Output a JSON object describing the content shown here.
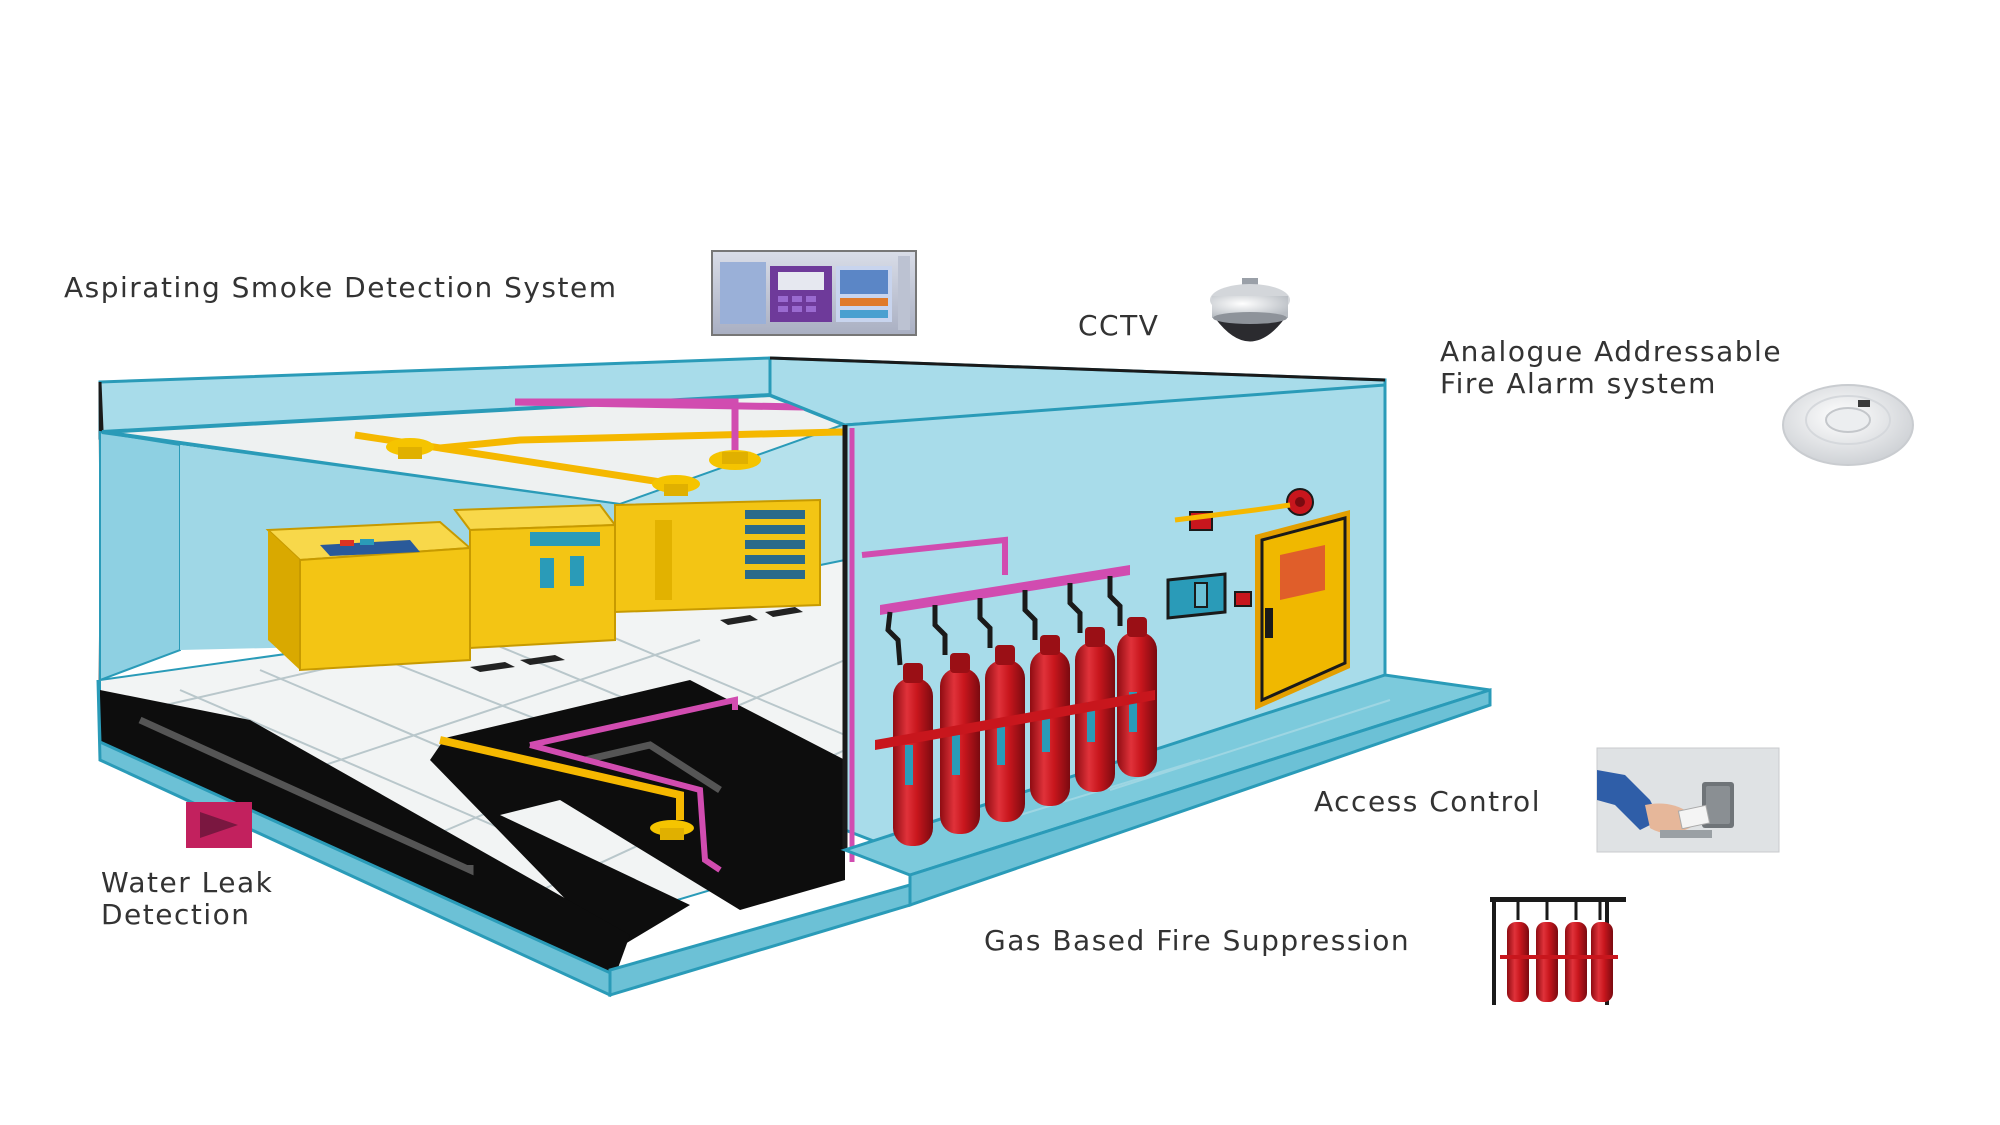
{
  "labels": {
    "aspirating": "Aspirating Smoke Detection System",
    "cctv": "CCTV",
    "fire_alarm_line1": "Analogue Addressable",
    "fire_alarm_line2": "Fire Alarm system",
    "access_control": "Access Control",
    "water_leak_line1": "Water Leak",
    "water_leak_line2": "Detection",
    "gas_suppression": "Gas Based Fire Suppression"
  },
  "colors": {
    "wall": "#a8dcea",
    "wall_dark": "#6cc1d6",
    "edge": "#2a9bb8",
    "yellow_unit": "#f3c514",
    "yellow_pipe": "#f5b800",
    "magenta_pipe": "#d14cb0",
    "cylinder": "#c8161d",
    "tile": "#f2f4f4",
    "underfloor": "#0d0d0d",
    "door": "#f0b800",
    "water_leak_icon": "#c2215e"
  },
  "icons": {
    "aspirating": "aspirating-panel-icon",
    "cctv": "dome-camera-icon",
    "fire_alarm": "smoke-detector-icon",
    "access_control": "card-reader-icon",
    "water_leak": "water-leak-sensor-icon",
    "gas_suppression": "cylinder-bank-icon"
  }
}
